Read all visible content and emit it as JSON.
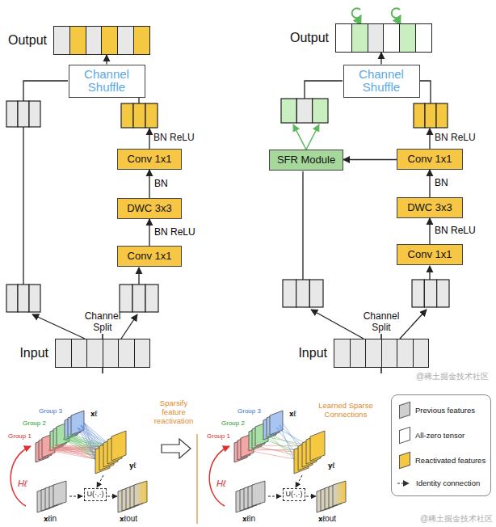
{
  "diagram": {
    "nodes": [
      {
        "text": [
          "Output"
        ]
      },
      {
        "text": [
          "Channel Shuffle"
        ]
      },
      {
        "text": [
          "Conv 1x1"
        ]
      },
      {
        "text": [
          "DWC 3x3"
        ]
      },
      {
        "text": [
          "Conv 1x1"
        ]
      },
      {
        "text": [
          "Input"
        ]
      },
      {
        "text": [
          "Output"
        ]
      },
      {
        "text": [
          "Channel Shuffle"
        ]
      },
      {
        "text": [
          "SFR Module"
        ]
      },
      {
        "text": [
          "Conv 1x1"
        ]
      },
      {
        "text": [
          "DWC 3x3"
        ]
      },
      {
        "text": [
          "Conv 1x1"
        ]
      },
      {
        "text": [
          "Input"
        ]
      },
      {
        "text": [
          "U(·,·)"
        ]
      },
      {
        "text": [
          "U(·,·)"
        ]
      }
    ],
    "edges": [
      {
        "from": 4,
        "to": 3,
        "arrow": "to",
        "label": "BN ReLU"
      },
      {
        "from": 3,
        "to": 2,
        "arrow": "to",
        "label": "BN"
      },
      {
        "from": 1,
        "to": 0,
        "arrow": "to"
      },
      {
        "from": 11,
        "to": 10,
        "arrow": "to",
        "label": "BN ReLU"
      },
      {
        "from": 10,
        "to": 9,
        "arrow": "to",
        "label": "BN"
      },
      {
        "from": 9,
        "to": 8,
        "arrow": "to"
      },
      {
        "from": 7,
        "to": 6,
        "arrow": "to"
      }
    ],
    "labels": [
      "BN ReLU",
      "Channel Split",
      "BN ReLU",
      "Channel Split",
      "@稀土掘金技术社区",
      "Group 3",
      "Group 2",
      "Group 1",
      "𝐱ℓ",
      "𝐲ℓ",
      "Hℓ",
      "𝐱ℓin",
      "𝐱ℓout",
      "Sparsify feature reactivation",
      "Group 3",
      "Group 2",
      "Group 1",
      "𝐱ℓ",
      "Learned Sparse Connections",
      "𝐲ℓ",
      "Hℓ",
      "𝐱ℓin",
      "𝐱ℓout",
      "@稀土掘金技术社区"
    ],
    "legend": [
      {
        "text": "Previous features",
        "color": "#cfcfcf"
      },
      {
        "text": "All-zero tensor",
        "color": "#ffffff"
      },
      {
        "text": "Reactivated features",
        "color": "#f5c842"
      },
      {
        "text": "Identity connection"
      }
    ]
  }
}
